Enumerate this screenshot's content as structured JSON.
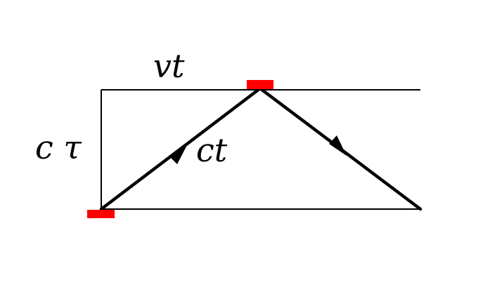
{
  "labels": {
    "horizontal_distance": "vt",
    "vertical_distance": "c τ",
    "light_path": "ct"
  },
  "colors": {
    "line": "#000000",
    "mirror": "#ff0000",
    "background": "#ffffff"
  }
}
